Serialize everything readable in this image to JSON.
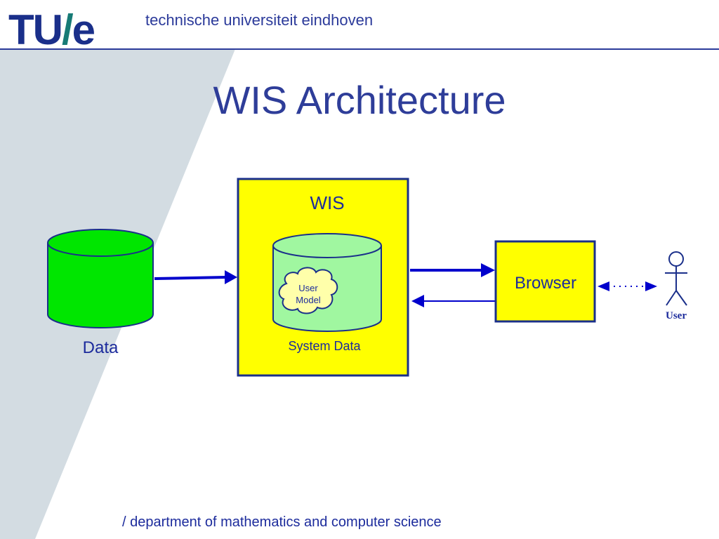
{
  "header": {
    "logo_part1": "TU",
    "logo_slash": "/",
    "logo_part2": "e",
    "university": "technische universiteit eindhoven"
  },
  "title": "WIS Architecture",
  "diagram": {
    "data_store_label": "Data",
    "wis_label": "WIS",
    "system_data_label": "System Data",
    "user_model_line1": "User",
    "user_model_line2": "Model",
    "browser_label": "Browser",
    "user_label": "User"
  },
  "footer": "/ department of mathematics and computer science",
  "colors": {
    "brand_blue": "#1a2f8a",
    "title_blue": "#2e3d99",
    "wis_yellow": "#ffff00",
    "data_green": "#00e600",
    "system_green": "#a0f7a0",
    "arrow_blue": "#0000cc",
    "stripe": "#d3dce2"
  }
}
